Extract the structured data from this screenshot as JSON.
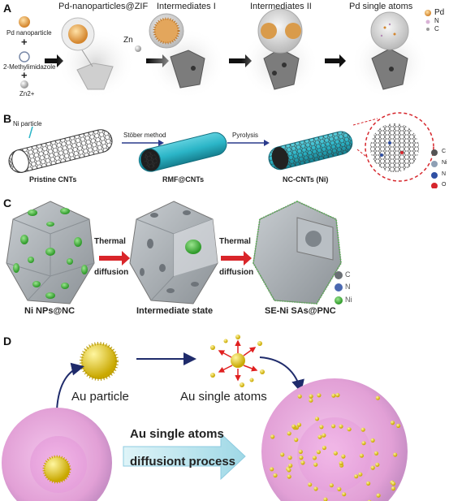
{
  "panelA": {
    "label": "A",
    "pd_nanoparticle": "Pd nanoparticle",
    "plus1": "+",
    "methylimidazole": "2-Methylimidazole",
    "plus2": "+",
    "zn2": "Zn2+",
    "stage1": "Pd-nanoparticles@ZIF",
    "zn": "Zn",
    "stage2": "Intermediates I",
    "stage3": "Intermediates II",
    "stage4": "Pd single atoms",
    "legend": [
      "Pd",
      "N",
      "C"
    ],
    "colors": {
      "pd": "#e5a552",
      "n": "#d9b3d6",
      "c": "#9a9a9a"
    }
  },
  "panelB": {
    "label": "B",
    "ni_particle": "Ni particle",
    "stober": "Stöber method",
    "pyrolysis": "Pyrolysis",
    "stage1": "Pristine CNTs",
    "stage2": "RMF@CNTs",
    "stage3": "NC-CNTs (Ni)",
    "legend": [
      "C",
      "Ni",
      "N",
      "O"
    ],
    "colors": {
      "tube": "#2bb5c7",
      "c": "#555555",
      "ni": "#8ea0b5",
      "n": "#2f4fa3",
      "o": "#d6262c",
      "ring": "#d6262c"
    }
  },
  "panelC": {
    "label": "C",
    "thermal1a": "Thermal",
    "thermal1b": "diffusion",
    "thermal2a": "Thermal",
    "thermal2b": "diffusion",
    "stage1": "Ni NPs@NC",
    "stage2": "Intermediate state",
    "stage3": "SE-Ni SAs@PNC",
    "legend": [
      "C",
      "N",
      "Ni"
    ],
    "colors": {
      "poly": "#a9b0b5",
      "green": "#53c24d",
      "arrow": "#d9252a"
    }
  },
  "panelD": {
    "label": "D",
    "au_particle": "Au particle",
    "au_single": "Au single atoms",
    "process1": "Au single atoms",
    "process2": "diffusiont process",
    "colors": {
      "au": "#f0dc1e",
      "sphere": "#e9a6dc",
      "arrow": "#b8e6f0",
      "navy": "#1f2b6b",
      "red": "#e02020"
    }
  }
}
